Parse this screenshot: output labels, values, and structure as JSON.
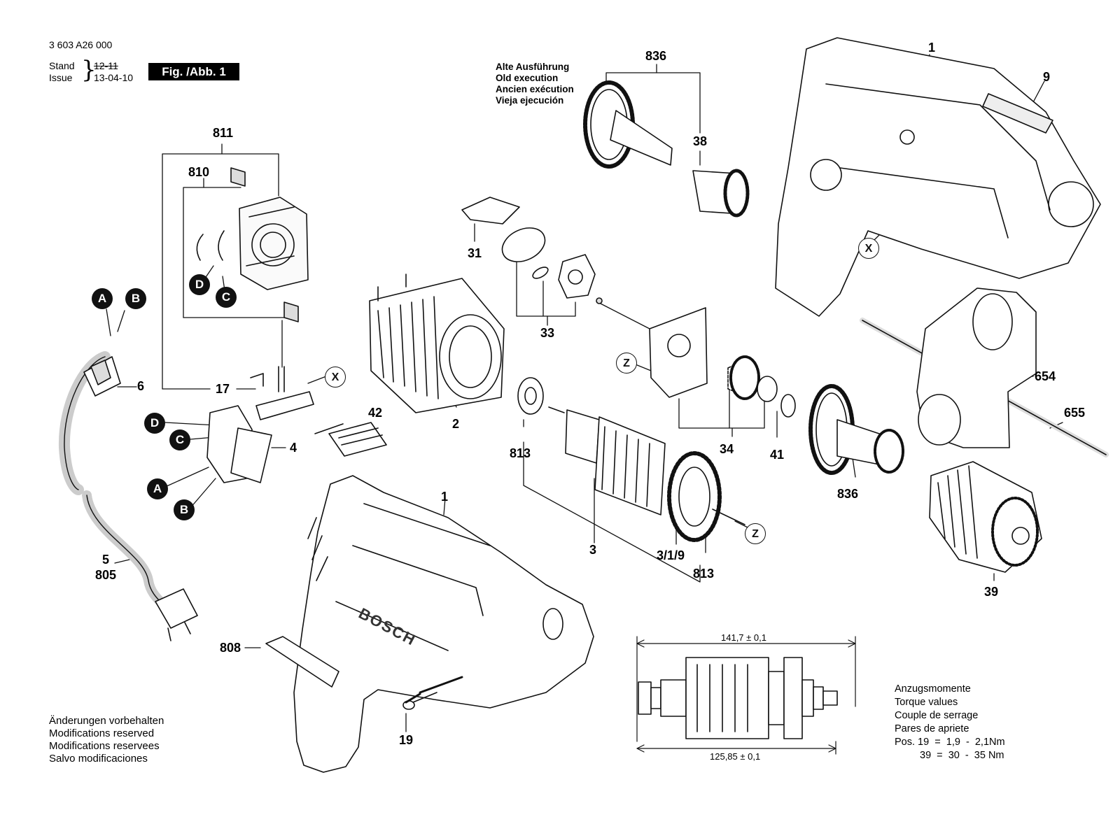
{
  "header": {
    "doc_number": "3 603 A26 000",
    "stand_label": "Stand",
    "issue_label": "Issue",
    "stand_date": "12-11",
    "issue_date": "13-04-10",
    "figure_tag": "Fig. /Abb. 1"
  },
  "old_execution": [
    "Alte Ausführung",
    "Old execution",
    "Ancien exécution",
    "Vieja ejecución"
  ],
  "part_labels": {
    "p836_top": "836",
    "p38": "38",
    "p1_top": "1",
    "p9": "9",
    "p811": "811",
    "p810": "810",
    "p6": "6",
    "p17": "17",
    "p31": "31",
    "p33": "33",
    "p2": "2",
    "p42": "42",
    "p4": "4",
    "p654": "654",
    "p655": "655",
    "p34": "34",
    "p41": "41",
    "p836_bottom": "836",
    "p813_left": "813",
    "p3": "3",
    "p3_1_9": "3/1/9",
    "p813_right": "813",
    "p39": "39",
    "p1_mid": "1",
    "p5": "5",
    "p805": "805",
    "p808": "808",
    "p19": "19"
  },
  "markers": {
    "A": "A",
    "B": "B",
    "C": "C",
    "D": "D",
    "X": "X",
    "Z": "Z"
  },
  "brand_on_housing": "BOSCH",
  "dimensions": {
    "overall_length": "141,7 ± 0,1",
    "inner_length": "125,85 ± 0,1"
  },
  "notes": [
    "Änderungen vorbehalten",
    "Modifications reserved",
    "Modifications reservees",
    "Salvo modificaciones"
  ],
  "torque": {
    "title_lines": [
      "Anzugsmomente",
      "Torque values",
      "Couple de serrage",
      "Pares de apriete"
    ],
    "row1": "Pos. 19  =  1,9  -  2,1Nm",
    "row2": "39  =  30  -  35 Nm"
  }
}
